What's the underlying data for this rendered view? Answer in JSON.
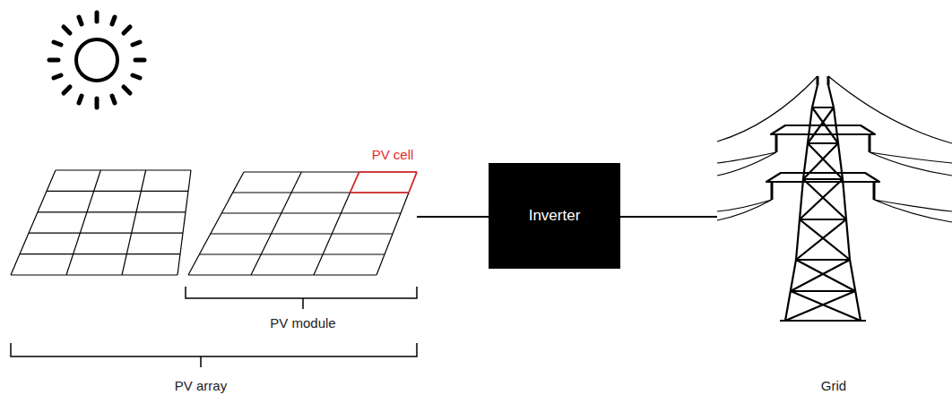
{
  "diagram": {
    "nodes": [
      {
        "text": [
          "Inverter"
        ]
      }
    ],
    "labels": [
      "PV cell",
      "PV module",
      "PV array",
      "Grid"
    ]
  }
}
